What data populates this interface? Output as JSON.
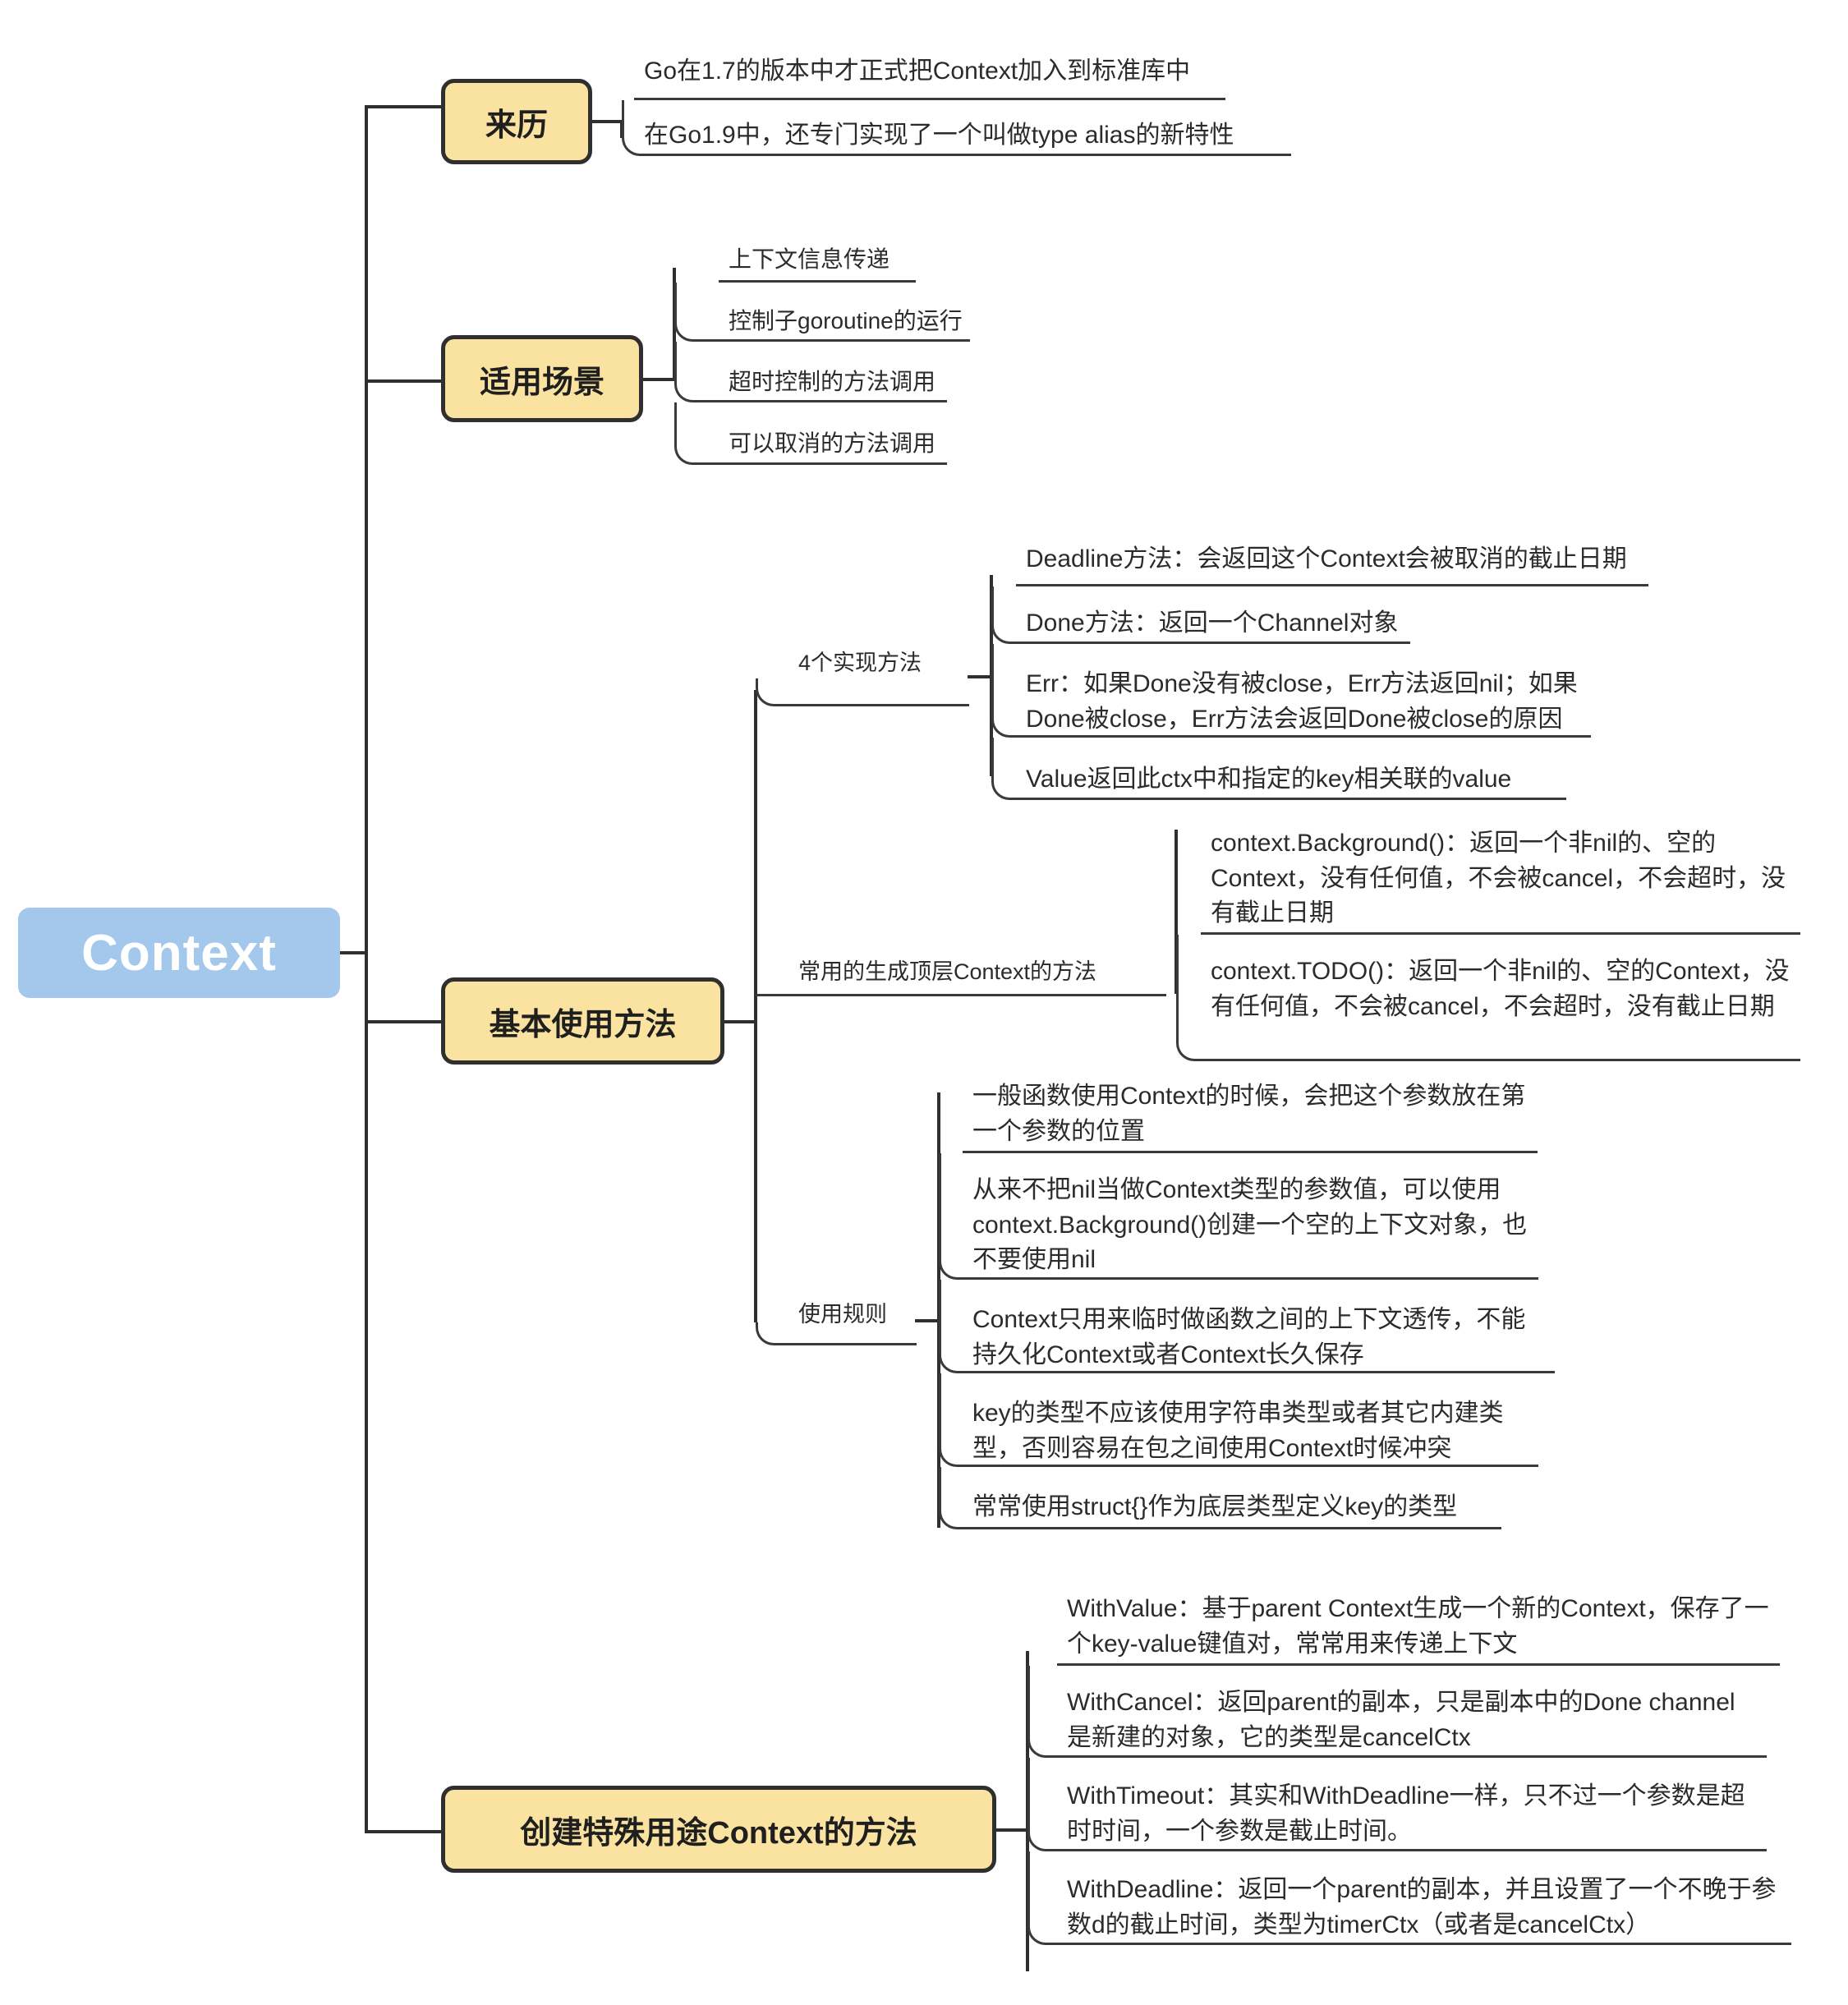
{
  "title": "Context",
  "colors": {
    "root_fill": "#a4c8ec",
    "root_text": "#ffffff",
    "branch_fill": "#fae2a0",
    "stroke": "#2f2f2f",
    "text": "#2b2b2b",
    "background": "#ffffff"
  },
  "root": {
    "label": "Context"
  },
  "branches": [
    {
      "label": "来历",
      "leaves": [
        "Go在1.7的版本中才正式把Context加入到标准库中",
        "在Go1.9中，还专门实现了一个叫做type alias的新特性"
      ]
    },
    {
      "label": "适用场景",
      "leaves": [
        "上下文信息传递",
        "控制子goroutine的运行",
        "超时控制的方法调用",
        "可以取消的方法调用"
      ]
    },
    {
      "label": "基本使用方法",
      "groups": [
        {
          "label": "4个实现方法",
          "leaves": [
            "Deadline方法：会返回这个Context会被取消的截止日期",
            "Done方法：返回一个Channel对象",
            "Err：如果Done没有被close，Err方法返回nil；如果Done被close，Err方法会返回Done被close的原因",
            "Value返回此ctx中和指定的key相关联的value"
          ]
        },
        {
          "label": "常用的生成顶层Context的方法",
          "leaves": [
            "context.Background()：返回一个非nil的、空的Context，没有任何值，不会被cancel，不会超时，没有截止日期",
            "context.TODO()：返回一个非nil的、空的Context，没有任何值，不会被cancel，不会超时，没有截止日期"
          ]
        },
        {
          "label": "使用规则",
          "leaves": [
            "一般函数使用Context的时候，会把这个参数放在第一个参数的位置",
            "从来不把nil当做Context类型的参数值，可以使用context.Background()创建一个空的上下文对象，也不要使用nil",
            "Context只用来临时做函数之间的上下文透传，不能持久化Context或者Context长久保存",
            "key的类型不应该使用字符串类型或者其它内建类型，否则容易在包之间使用Context时候冲突",
            "常常使用struct{}作为底层类型定义key的类型"
          ]
        }
      ]
    },
    {
      "label": "创建特殊用途Context的方法",
      "leaves": [
        "WithValue：基于parent Context生成一个新的Context，保存了一个key-value键值对，常常用来传递上下文",
        "WithCancel：返回parent的副本，只是副本中的Done channel是新建的对象，它的类型是cancelCtx",
        "WithTimeout：其实和WithDeadline一样，只不过一个参数是超时时间，一个参数是截止时间。",
        "WithDeadline：返回一个parent的副本，并且设置了一个不晚于参数d的截止时间，类型为timerCtx（或者是cancelCtx）"
      ]
    }
  ]
}
